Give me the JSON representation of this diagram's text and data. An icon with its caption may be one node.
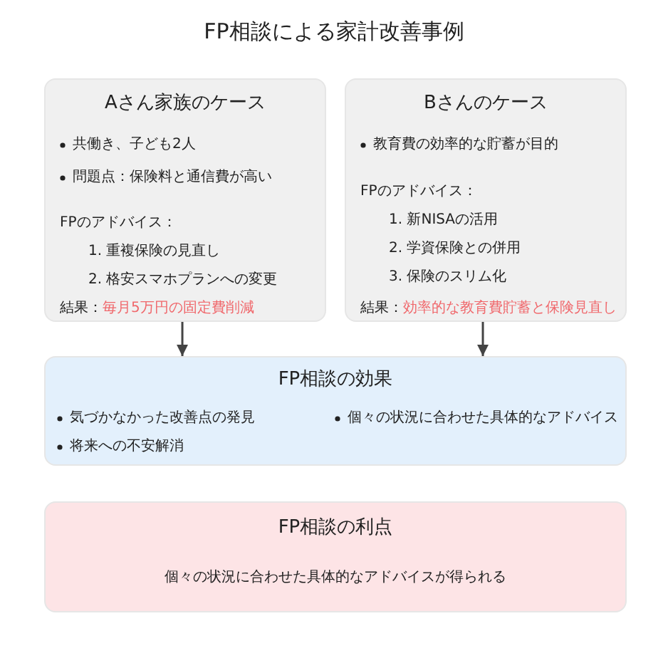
{
  "diagram": {
    "title": "FP相談による家計改善事例",
    "nodes": [
      {
        "text": [
          "Aさん家族のケース",
          "共働き、子ども2人",
          "問題点：保険料と通信費が高い",
          "FPのアドバイス：",
          "1. 重複保険の見直し",
          "2. 格安スマホプランへの変更",
          "結果：",
          "毎月5万円の固定費削減"
        ]
      },
      {
        "text": [
          "Bさんのケース",
          "教育費の効率的な貯蓄が目的",
          "FPのアドバイス：",
          "1. 新NISAの活用",
          "2. 学資保険との併用",
          "3. 保険のスリム化",
          "結果：",
          "効率的な教育費貯蓄と保険見直し"
        ]
      },
      {
        "text": [
          "FP相談の効果",
          "気づかなかった改善点の発見",
          "個々の状況に合わせた具体的なアドバイス",
          "将来への不安解消"
        ]
      },
      {
        "text": [
          "FP相談の利点",
          "個々の状況に合わせた具体的なアドバイスが得られる"
        ]
      }
    ],
    "edges": [
      {
        "from": 0,
        "to": 2,
        "arrow": "to"
      },
      {
        "from": 1,
        "to": 2,
        "arrow": "to"
      }
    ]
  }
}
